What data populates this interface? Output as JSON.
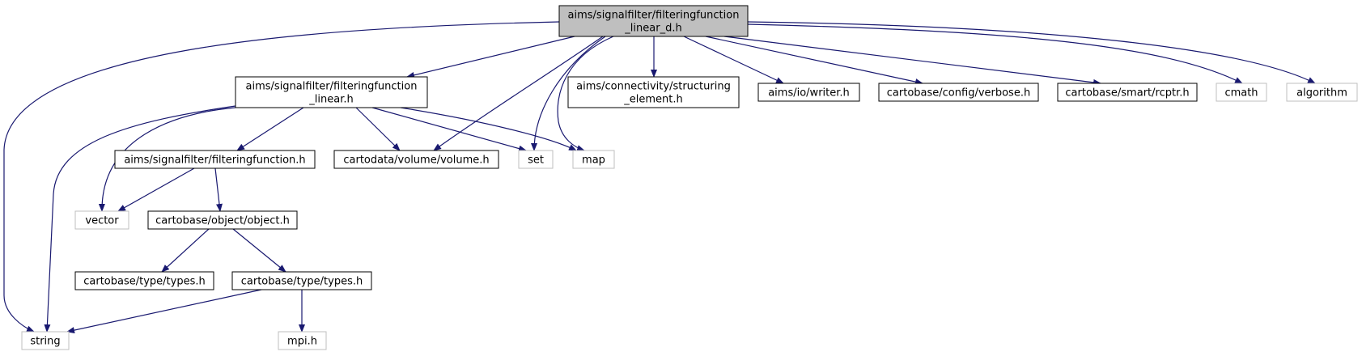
{
  "nodes": [
    {
      "id": "n0",
      "kind": "root",
      "lines": [
        "aims/signalfilter/filteringfunction",
        "_linear_d.h"
      ]
    },
    {
      "id": "n1",
      "kind": "doc",
      "lines": [
        "aims/signalfilter/filteringfunction",
        "_linear.h"
      ]
    },
    {
      "id": "n2",
      "kind": "ext",
      "lines": [
        "string"
      ]
    },
    {
      "id": "n3",
      "kind": "doc",
      "lines": [
        "cartodata/volume/volume.h"
      ]
    },
    {
      "id": "n4",
      "kind": "ext",
      "lines": [
        "set"
      ]
    },
    {
      "id": "n5",
      "kind": "ext",
      "lines": [
        "map"
      ]
    },
    {
      "id": "n6",
      "kind": "doc",
      "lines": [
        "aims/connectivity/structuring",
        "_element.h"
      ]
    },
    {
      "id": "n7",
      "kind": "doc",
      "lines": [
        "aims/io/writer.h"
      ]
    },
    {
      "id": "n8",
      "kind": "doc",
      "lines": [
        "cartobase/config/verbose.h"
      ]
    },
    {
      "id": "n9",
      "kind": "doc",
      "lines": [
        "cartobase/smart/rcptr.h"
      ]
    },
    {
      "id": "n10",
      "kind": "ext",
      "lines": [
        "cmath"
      ]
    },
    {
      "id": "n11",
      "kind": "ext",
      "lines": [
        "algorithm"
      ]
    },
    {
      "id": "n12",
      "kind": "doc",
      "lines": [
        "aims/signalfilter/filteringfunction.h"
      ]
    },
    {
      "id": "n13",
      "kind": "ext",
      "lines": [
        "vector"
      ]
    },
    {
      "id": "n14",
      "kind": "doc",
      "lines": [
        "cartobase/object/object.h"
      ]
    },
    {
      "id": "n15",
      "kind": "doc",
      "lines": [
        "cartobase/type/types.h"
      ]
    },
    {
      "id": "n16",
      "kind": "doc",
      "lines": [
        "cartobase/type/types.h"
      ]
    },
    {
      "id": "n17",
      "kind": "ext",
      "lines": [
        "mpi.h"
      ]
    }
  ],
  "edges": [
    [
      "n0",
      "n2"
    ],
    [
      "n0",
      "n1"
    ],
    [
      "n0",
      "n3"
    ],
    [
      "n0",
      "n4"
    ],
    [
      "n0",
      "n5"
    ],
    [
      "n0",
      "n6"
    ],
    [
      "n0",
      "n7"
    ],
    [
      "n0",
      "n8"
    ],
    [
      "n0",
      "n9"
    ],
    [
      "n0",
      "n10"
    ],
    [
      "n0",
      "n11"
    ],
    [
      "n1",
      "n12"
    ],
    [
      "n1",
      "n13"
    ],
    [
      "n1",
      "n2"
    ],
    [
      "n1",
      "n3"
    ],
    [
      "n1",
      "n4"
    ],
    [
      "n1",
      "n5"
    ],
    [
      "n12",
      "n13"
    ],
    [
      "n12",
      "n14"
    ],
    [
      "n14",
      "n15"
    ],
    [
      "n14",
      "n16"
    ],
    [
      "n16",
      "n2"
    ],
    [
      "n16",
      "n17"
    ]
  ]
}
